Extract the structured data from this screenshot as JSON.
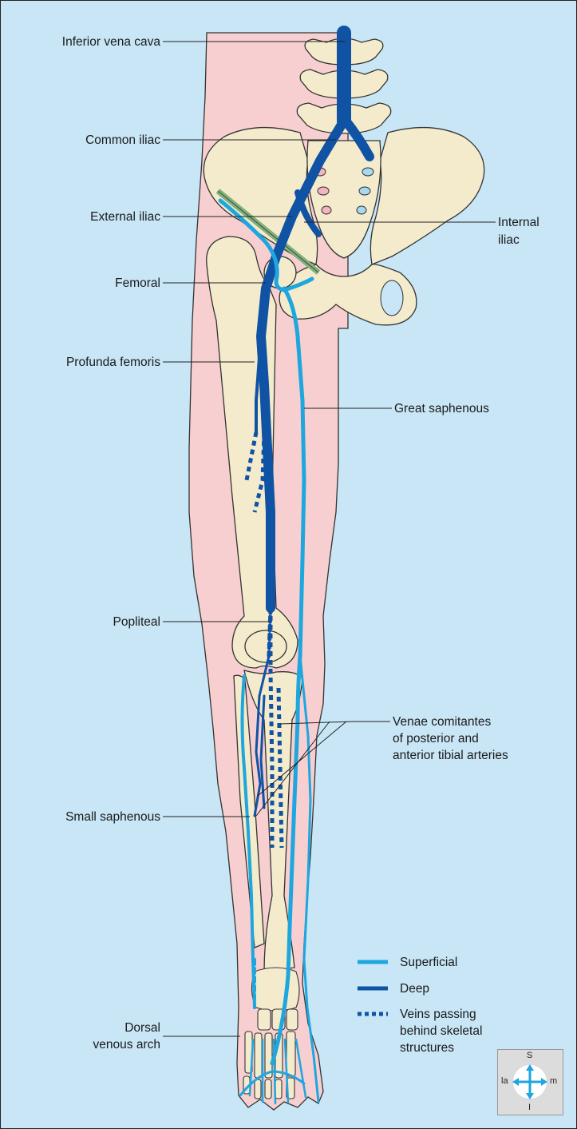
{
  "labels": {
    "inferior_vena_cava": "Inferior vena cava",
    "common_iliac": "Common iliac",
    "external_iliac": "External iliac",
    "internal_iliac_line1": "Internal",
    "internal_iliac_line2": "iliac",
    "femoral": "Femoral",
    "profunda_femoris": "Profunda femoris",
    "great_saphenous": "Great saphenous",
    "popliteal": "Popliteal",
    "venae_line1": "Venae comitantes",
    "venae_line2": "of posterior and",
    "venae_line3": "anterior tibial arteries",
    "small_saphenous": "Small saphenous",
    "dorsal_line1": "Dorsal",
    "dorsal_line2": "venous arch"
  },
  "legend": {
    "superficial": "Superficial",
    "deep": "Deep",
    "behind_line1": "Veins passing",
    "behind_line2": "behind skeletal",
    "behind_line3": "structures"
  },
  "compass": {
    "superior": "S",
    "inferior": "I",
    "lateral": "la",
    "medial": "m"
  },
  "colors": {
    "background": "#c8e6f6",
    "skin": "#f7cfd0",
    "bone": "#f3ebcc",
    "superficial_vein": "#1ea6df",
    "deep_vein": "#1052a3"
  }
}
